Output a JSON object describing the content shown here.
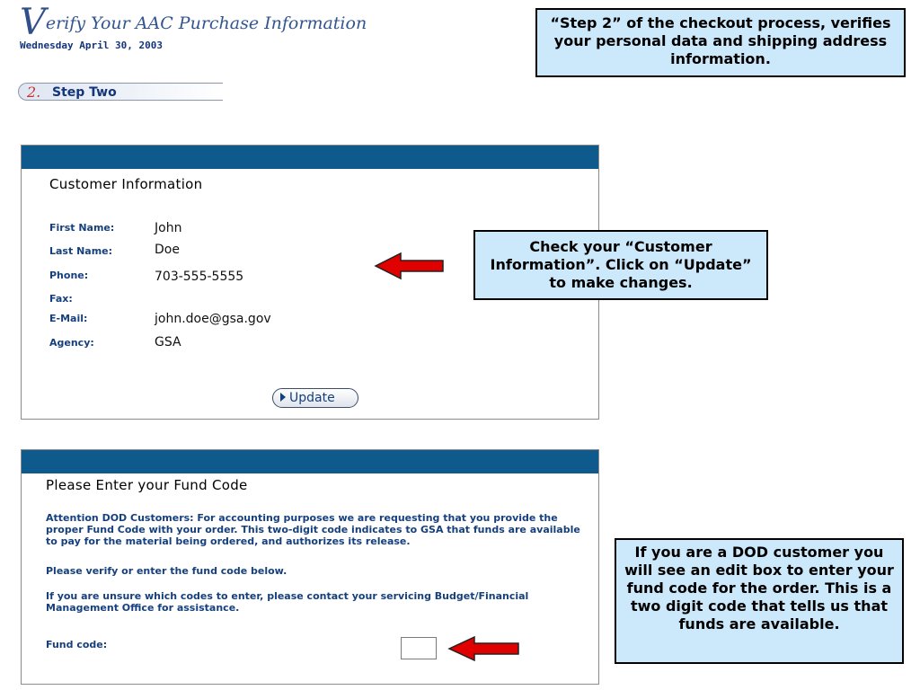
{
  "header": {
    "title_initial": "V",
    "title_rest": "erify Your AAC Purchase Information",
    "date": "Wednesday April 30, 2003",
    "step_number": "2.",
    "step_label": "Step Two"
  },
  "callouts": {
    "step2": "“Step 2” of the checkout process, verifies your personal data and shipping address information.",
    "customer": "Check your “Customer Information”. Click on “Update” to make changes.",
    "fund": "If you are a DOD customer you will see an edit box to enter your fund code for the order. This is a two digit code that tells us that funds are available."
  },
  "customer_info": {
    "heading": "Customer Information",
    "fields": [
      {
        "label": "First Name:",
        "value": "John"
      },
      {
        "label": "Last Name:",
        "value": "Doe"
      },
      {
        "label": "Phone:",
        "value": "703-555-5555"
      },
      {
        "label": "Fax:",
        "value": ""
      },
      {
        "label": "E-Mail:",
        "value": "john.doe@gsa.gov"
      },
      {
        "label": "Agency:",
        "value": "GSA"
      }
    ],
    "update_label": "Update"
  },
  "fund_code": {
    "heading": "Please Enter your Fund Code",
    "paragraph1": "Attention DOD Customers: For accounting purposes we are requesting that you provide the proper Fund Code with your order. This two-digit code indicates to GSA that funds are available to pay for the material being ordered, and authorizes its release.",
    "paragraph2": "Please verify or enter the fund code below.",
    "paragraph3": "If you are unsure which codes to enter, please contact your servicing Budget/Financial Management Office for assistance.",
    "field_label": "Fund code:",
    "field_value": ""
  },
  "colors": {
    "panel_bar": "#0e5a8c",
    "callout_bg": "#cce8fb",
    "arrow": "#e00000"
  }
}
